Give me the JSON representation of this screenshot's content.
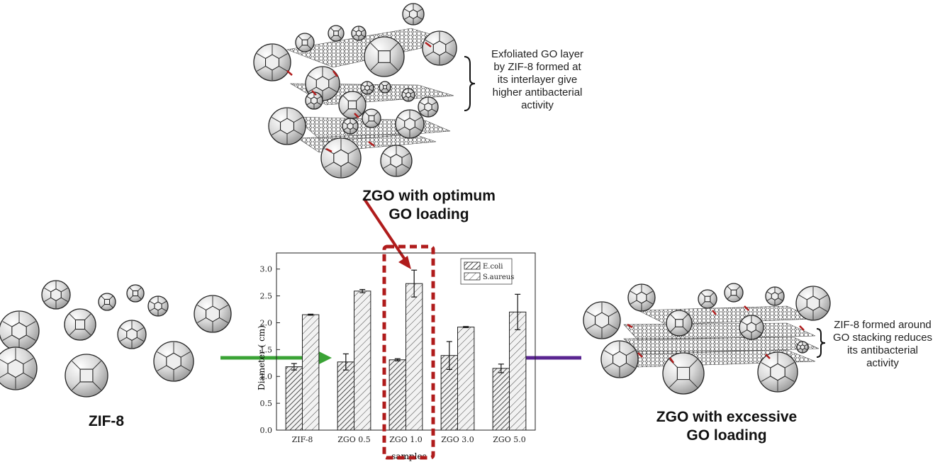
{
  "labels": {
    "top_caption_lines": [
      "Exfoliated GO layer",
      "by ZIF-8 formed at",
      "its interlayer give",
      "higher antibacterial",
      "activity"
    ],
    "optimum_lines": [
      "ZGO with optimum",
      "GO loading"
    ],
    "zif8": "ZIF-8",
    "excessive_lines": [
      "ZGO with excessive",
      "GO loading"
    ],
    "right_caption_lines": [
      "ZIF-8 formed around",
      "GO stacking reduces",
      "its antibacterial",
      "activity"
    ]
  },
  "colors": {
    "highlight": "#b01c1c",
    "arrow_green": "#3aa335",
    "arrow_purple": "#5a2591",
    "arrow_red": "#b01c1c"
  },
  "chart_data": {
    "type": "bar",
    "categories": [
      "ZIF-8",
      "ZGO 0.5",
      "ZGO 1.0",
      "ZGO 3.0",
      "ZGO 5.0"
    ],
    "series": [
      {
        "name": "E.coli",
        "values": [
          1.18,
          1.27,
          1.31,
          1.39,
          1.15
        ],
        "errors": [
          0.06,
          0.15,
          0.02,
          0.26,
          0.08
        ]
      },
      {
        "name": "S.aureus",
        "values": [
          2.15,
          2.59,
          2.73,
          1.92,
          2.2
        ],
        "errors": [
          0.01,
          0.03,
          0.25,
          0.01,
          0.33
        ]
      }
    ],
    "xlabel": "samples",
    "ylabel": "Diameter ( cm)",
    "yticks": [
      "0.0",
      "0.5",
      "1.0",
      "1.5",
      "2.0",
      "2.5",
      "3.0"
    ],
    "ylim": [
      0,
      3.3
    ],
    "highlight_category": "ZGO 1.0",
    "legend_position": "top-right"
  }
}
